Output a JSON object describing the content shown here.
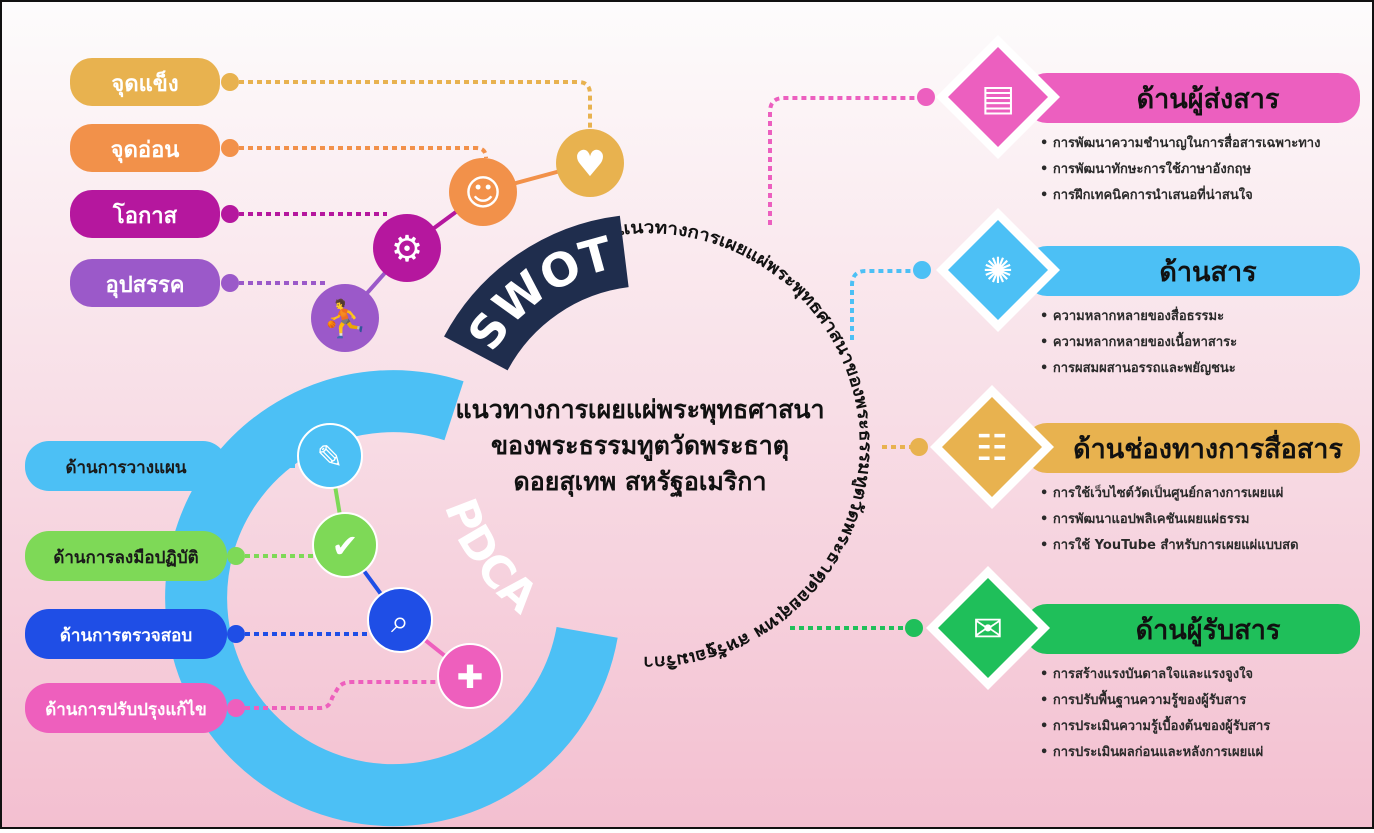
{
  "center": {
    "lines": [
      "แนวทางการเผยแผ่พระพุทธศาสนา",
      "ของพระธรรมทูตวัดพระธาตุ",
      "ดอยสุเทพ สหรัฐอเมริกา"
    ],
    "ring_text": "แนวทางการเผยแผ่พระพุทธศาสนาของพระธรรมทูตวัดพระธาตุดอยสุเทพ สหรัฐอเมริกา"
  },
  "swot": {
    "label": "SWOT",
    "color": "#1f2d4d",
    "items": [
      {
        "label": "จุดแข็ง",
        "color": "#e8b24f",
        "icon": "heart-hand-icon",
        "glyph": "♥"
      },
      {
        "label": "จุดอ่อน",
        "color": "#f2914a",
        "icon": "speaking-head-icon",
        "glyph": "☺"
      },
      {
        "label": "โอกาส",
        "color": "#b5179e",
        "icon": "gear-hand-icon",
        "glyph": "⚙"
      },
      {
        "label": "อุปสรรค",
        "color": "#9b59c9",
        "icon": "pushing-wall-icon",
        "glyph": "⛹"
      }
    ]
  },
  "pdca": {
    "label": "PDCA",
    "color": "#4cc0f5",
    "items": [
      {
        "label": "ด้านการวางแผน",
        "color": "#4cc0f5",
        "text_color": "#1a1a1a",
        "icon": "planning-icon",
        "glyph": "✎"
      },
      {
        "label": "ด้านการลงมือปฏิบัติ",
        "color": "#7ed957",
        "text_color": "#1a1a1a",
        "icon": "checklist-icon",
        "glyph": "✔"
      },
      {
        "label": "ด้านการตรวจสอบ",
        "color": "#1f4ee6",
        "text_color": "#ffffff",
        "icon": "review-laptop-icon",
        "glyph": "⌕"
      },
      {
        "label": "ด้านการปรับปรุงแก้ไข",
        "color": "#ee5fbd",
        "text_color": "#ffffff",
        "icon": "team-improve-icon",
        "glyph": "✚"
      }
    ]
  },
  "aspects": [
    {
      "title": "ด้านผู้ส่งสาร",
      "color": "#ec5fbf",
      "icon": "books-icon",
      "glyph": "▤",
      "bullets": [
        "การพัฒนาความชำนาญในการสื่อสารเฉพาะทาง",
        "การพัฒนาทักษะการใช้ภาษาอังกฤษ",
        "การฝึกเทคนิคการนำเสนอที่น่าสนใจ"
      ]
    },
    {
      "title": "ด้านสาร",
      "color": "#4cc0f5",
      "icon": "media-wheel-icon",
      "glyph": "✺",
      "bullets": [
        "ความหลากหลายของสื่อธรรมะ",
        "ความหลากหลายของเนื้อหาสาระ",
        "การผสมผสานอรรถและพยัญชนะ"
      ]
    },
    {
      "title": "ด้านช่องทางการสื่อสาร",
      "color": "#e8b24f",
      "icon": "channels-icon",
      "glyph": "☷",
      "bullets": [
        "การใช้เว็บไซต์วัดเป็นศูนย์กลางการเผยแผ่",
        "การพัฒนาแอปพลิเคชันเผยแผ่ธรรม",
        "การใช้ YouTube สำหรับการเผยแผ่แบบสด"
      ]
    },
    {
      "title": "ด้านผู้รับสาร",
      "color": "#1fbf5a",
      "icon": "documents-icon",
      "glyph": "✉",
      "bullets": [
        "การสร้างแรงบันดาลใจและแรงจูงใจ",
        "การปรับพื้นฐานความรู้ของผู้รับสาร",
        "การประเมินความรู้เบื้องต้นของผู้รับสาร",
        "การประเมินผลก่อนและหลังการเผยแผ่"
      ]
    }
  ]
}
